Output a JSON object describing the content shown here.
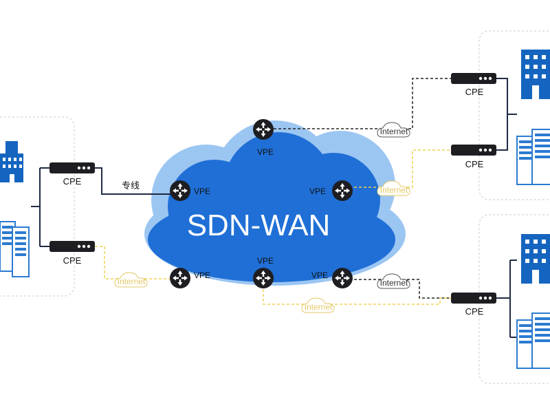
{
  "title": "SDN-WAN",
  "colors": {
    "cloud_main": "#1f6fd6",
    "cloud_light": "#9cc6f2",
    "router": "#1e1e22",
    "building": "#1565c0",
    "server": "#2b7bd1",
    "dedicated_line": "#1f2a44",
    "internet_line": "#222222",
    "internet_yellow": "#f1d250"
  },
  "labels": {
    "cpe": "CPE",
    "vpe": "VPE",
    "dedicated_line": "专线",
    "internet": "Internet"
  },
  "nodes": {
    "cpe": [
      {
        "id": "cpe-left-top"
      },
      {
        "id": "cpe-left-bottom"
      },
      {
        "id": "cpe-right-top-1"
      },
      {
        "id": "cpe-right-top-2"
      },
      {
        "id": "cpe-right-bottom"
      }
    ],
    "vpe": [
      {
        "id": "vpe-top"
      },
      {
        "id": "vpe-left"
      },
      {
        "id": "vpe-right"
      },
      {
        "id": "vpe-bottom-left"
      },
      {
        "id": "vpe-bottom-mid"
      },
      {
        "id": "vpe-bottom-right"
      }
    ]
  },
  "edges": [
    {
      "from": "cpe-left-top",
      "to": "vpe-left",
      "type": "dedicated",
      "label": "专线"
    },
    {
      "from": "cpe-left-bottom",
      "to": "vpe-bottom-left",
      "type": "internet-yellow",
      "via": "Internet"
    },
    {
      "from": "vpe-top",
      "to": "cpe-right-top-1",
      "type": "internet",
      "via": "Internet"
    },
    {
      "from": "vpe-right",
      "to": "cpe-right-top-2",
      "type": "internet-yellow",
      "via": "Internet"
    },
    {
      "from": "vpe-bottom-right",
      "to": "cpe-right-bottom",
      "type": "internet",
      "via": "Internet"
    },
    {
      "from": "vpe-bottom-mid",
      "to": "cpe-right-bottom",
      "type": "internet-yellow",
      "via": "Internet"
    }
  ]
}
